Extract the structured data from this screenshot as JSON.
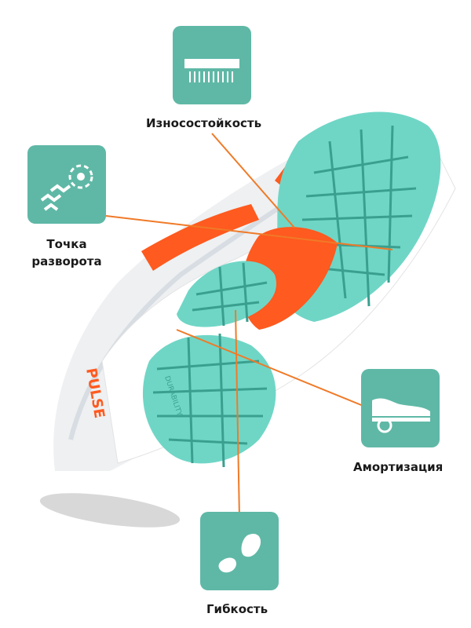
{
  "features": {
    "durability": {
      "label": "Износостойкость",
      "icon": "durability-tread-icon"
    },
    "pivot": {
      "label_line1": "Точка",
      "label_line2": "разворота",
      "icon": "pivot-point-icon"
    },
    "cushioning": {
      "label": "Амортизация",
      "icon": "cushioning-shoe-icon"
    },
    "flexibility": {
      "label": "Гибкость",
      "icon": "flexibility-foot-icon"
    }
  },
  "shoe": {
    "brand_text": "PULSE",
    "sole_text": "DURABILITY"
  },
  "colors": {
    "badge": "#5fb8a6",
    "leader_line": "#f07a28",
    "sole_mint": "#6fd6c6",
    "accent_orange": "#ff5a1f"
  }
}
